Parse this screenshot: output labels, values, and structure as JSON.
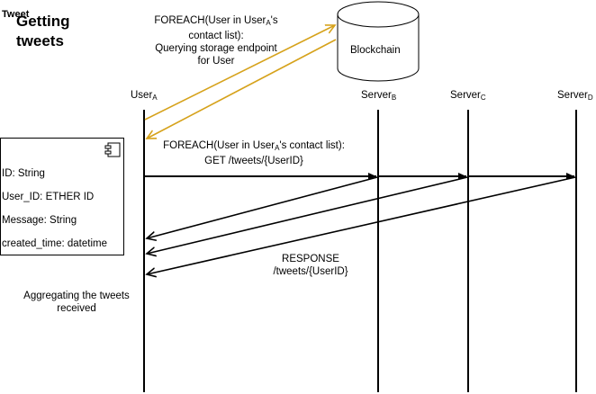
{
  "title_line1": "Getting",
  "title_line2": "tweets",
  "storage_note": {
    "line1_prefix": "FOREACH(User in User",
    "line1_sub": "A",
    "line1_suffix": "'s",
    "line2": "contact list):",
    "line3": "Querying storage endpoint",
    "line4": "for User"
  },
  "blockchain_label": "Blockchain",
  "lifelines": [
    {
      "name": "User",
      "sub": "A"
    },
    {
      "name": "Server",
      "sub": "B"
    },
    {
      "name": "Server",
      "sub": "C"
    },
    {
      "name": "Server",
      "sub": "D"
    }
  ],
  "class_box": {
    "name": "Tweet",
    "attributes": [
      "ID: String",
      "User_ID: ETHER ID",
      "Message: String",
      "created_time: datetime"
    ],
    "icon": "component-icon"
  },
  "request_note": {
    "line1_prefix": "FOREACH(User in User",
    "line1_sub": "A",
    "line1_suffix": "'s contact list):",
    "line2": "GET /tweets/{UserID}"
  },
  "response_note": {
    "line1": "RESPONSE",
    "line2": "/tweets/{UserID}"
  },
  "aggregate_note": {
    "line1": "Aggregating the tweets",
    "line2": "received"
  },
  "colors": {
    "storage_arrow": "#d6a21b",
    "line": "#000000"
  }
}
